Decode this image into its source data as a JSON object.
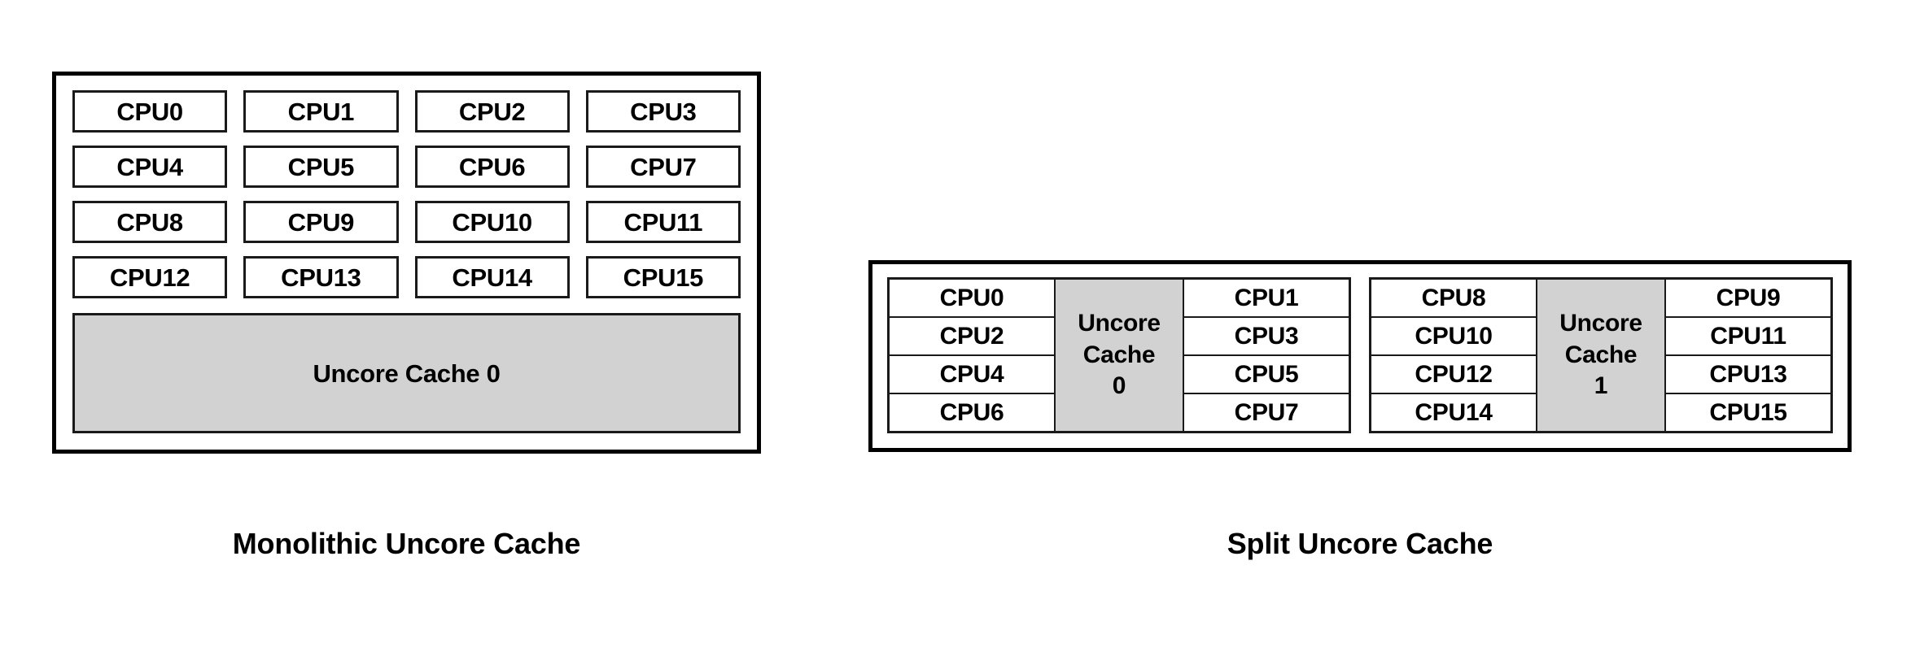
{
  "figure": {
    "background_color": "#ffffff",
    "cache_fill_color": "#d2d2d2",
    "border_color": "#000000"
  },
  "monolithic": {
    "caption": "Monolithic Uncore Cache",
    "cpu_grid": {
      "columns": 4,
      "rows": 4,
      "cells": [
        "CPU0",
        "CPU1",
        "CPU2",
        "CPU3",
        "CPU4",
        "CPU5",
        "CPU6",
        "CPU7",
        "CPU8",
        "CPU9",
        "CPU10",
        "CPU11",
        "CPU12",
        "CPU13",
        "CPU14",
        "CPU15"
      ]
    },
    "uncore_cache": {
      "label": "Uncore Cache 0"
    }
  },
  "split": {
    "caption": "Split Uncore Cache",
    "groups": [
      {
        "left_cpus": [
          "CPU0",
          "CPU2",
          "CPU4",
          "CPU6"
        ],
        "cache_lines": [
          "Uncore",
          "Cache",
          "0"
        ],
        "right_cpus": [
          "CPU1",
          "CPU3",
          "CPU5",
          "CPU7"
        ]
      },
      {
        "left_cpus": [
          "CPU8",
          "CPU10",
          "CPU12",
          "CPU14"
        ],
        "cache_lines": [
          "Uncore",
          "Cache",
          "1"
        ],
        "right_cpus": [
          "CPU9",
          "CPU11",
          "CPU13",
          "CPU15"
        ]
      }
    ]
  }
}
